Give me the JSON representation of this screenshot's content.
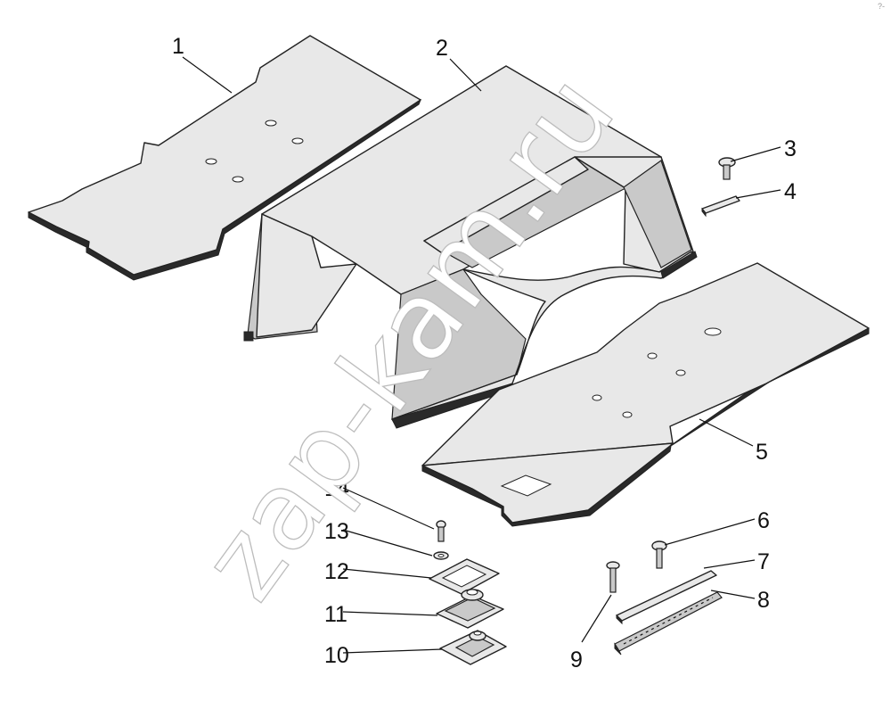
{
  "diagram": {
    "callouts": [
      "1",
      "2",
      "3",
      "4",
      "5",
      "6",
      "7",
      "8",
      "9",
      "10",
      "11",
      "12",
      "13",
      "14"
    ],
    "watermark": "zap-kam.ru",
    "corner_mark": "?-"
  }
}
